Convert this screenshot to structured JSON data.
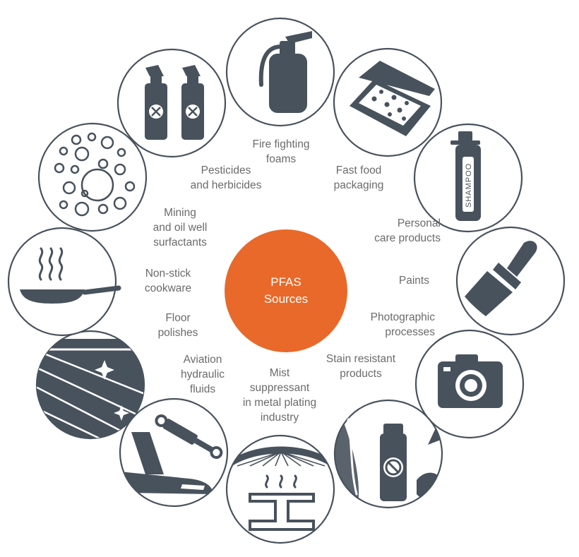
{
  "center": {
    "line1": "PFAS",
    "line2": "Sources"
  },
  "colors": {
    "accent": "#e8692a",
    "icon": "#48525c",
    "text": "#6b6b6b"
  },
  "sources": [
    {
      "id": "fire",
      "icon": "fire-extinguisher-icon",
      "lines": [
        "Fire fighting",
        "foams"
      ]
    },
    {
      "id": "food",
      "icon": "pizza-box-icon",
      "lines": [
        "Fast food",
        "packaging"
      ]
    },
    {
      "id": "care",
      "icon": "shampoo-bottle-icon",
      "icon_text": "SHAMPOO",
      "lines": [
        "Personal",
        "care products"
      ]
    },
    {
      "id": "paint",
      "icon": "paint-brush-icon",
      "lines": [
        "Paints"
      ]
    },
    {
      "id": "photo",
      "icon": "camera-icon",
      "lines": [
        "Photographic",
        "processes"
      ]
    },
    {
      "id": "stain",
      "icon": "stain-spray-icon",
      "lines": [
        "Stain resistant",
        "products"
      ]
    },
    {
      "id": "mist",
      "icon": "metal-plating-icon",
      "lines": [
        "Mist",
        "suppressant",
        "in metal plating",
        "industry"
      ]
    },
    {
      "id": "aviation",
      "icon": "aircraft-hydraulic-icon",
      "lines": [
        "Aviation",
        "hydraulic",
        "fluids"
      ]
    },
    {
      "id": "floor",
      "icon": "shiny-floor-icon",
      "lines": [
        "Floor",
        "polishes"
      ]
    },
    {
      "id": "pan",
      "icon": "frying-pan-icon",
      "lines": [
        "Non-stick",
        "cookware"
      ]
    },
    {
      "id": "mining",
      "icon": "bubbles-icon",
      "lines": [
        "Mining",
        "and oil well",
        "surfactants"
      ]
    },
    {
      "id": "pest",
      "icon": "spray-bottles-icon",
      "lines": [
        "Pesticides",
        "and herbicides"
      ]
    }
  ]
}
